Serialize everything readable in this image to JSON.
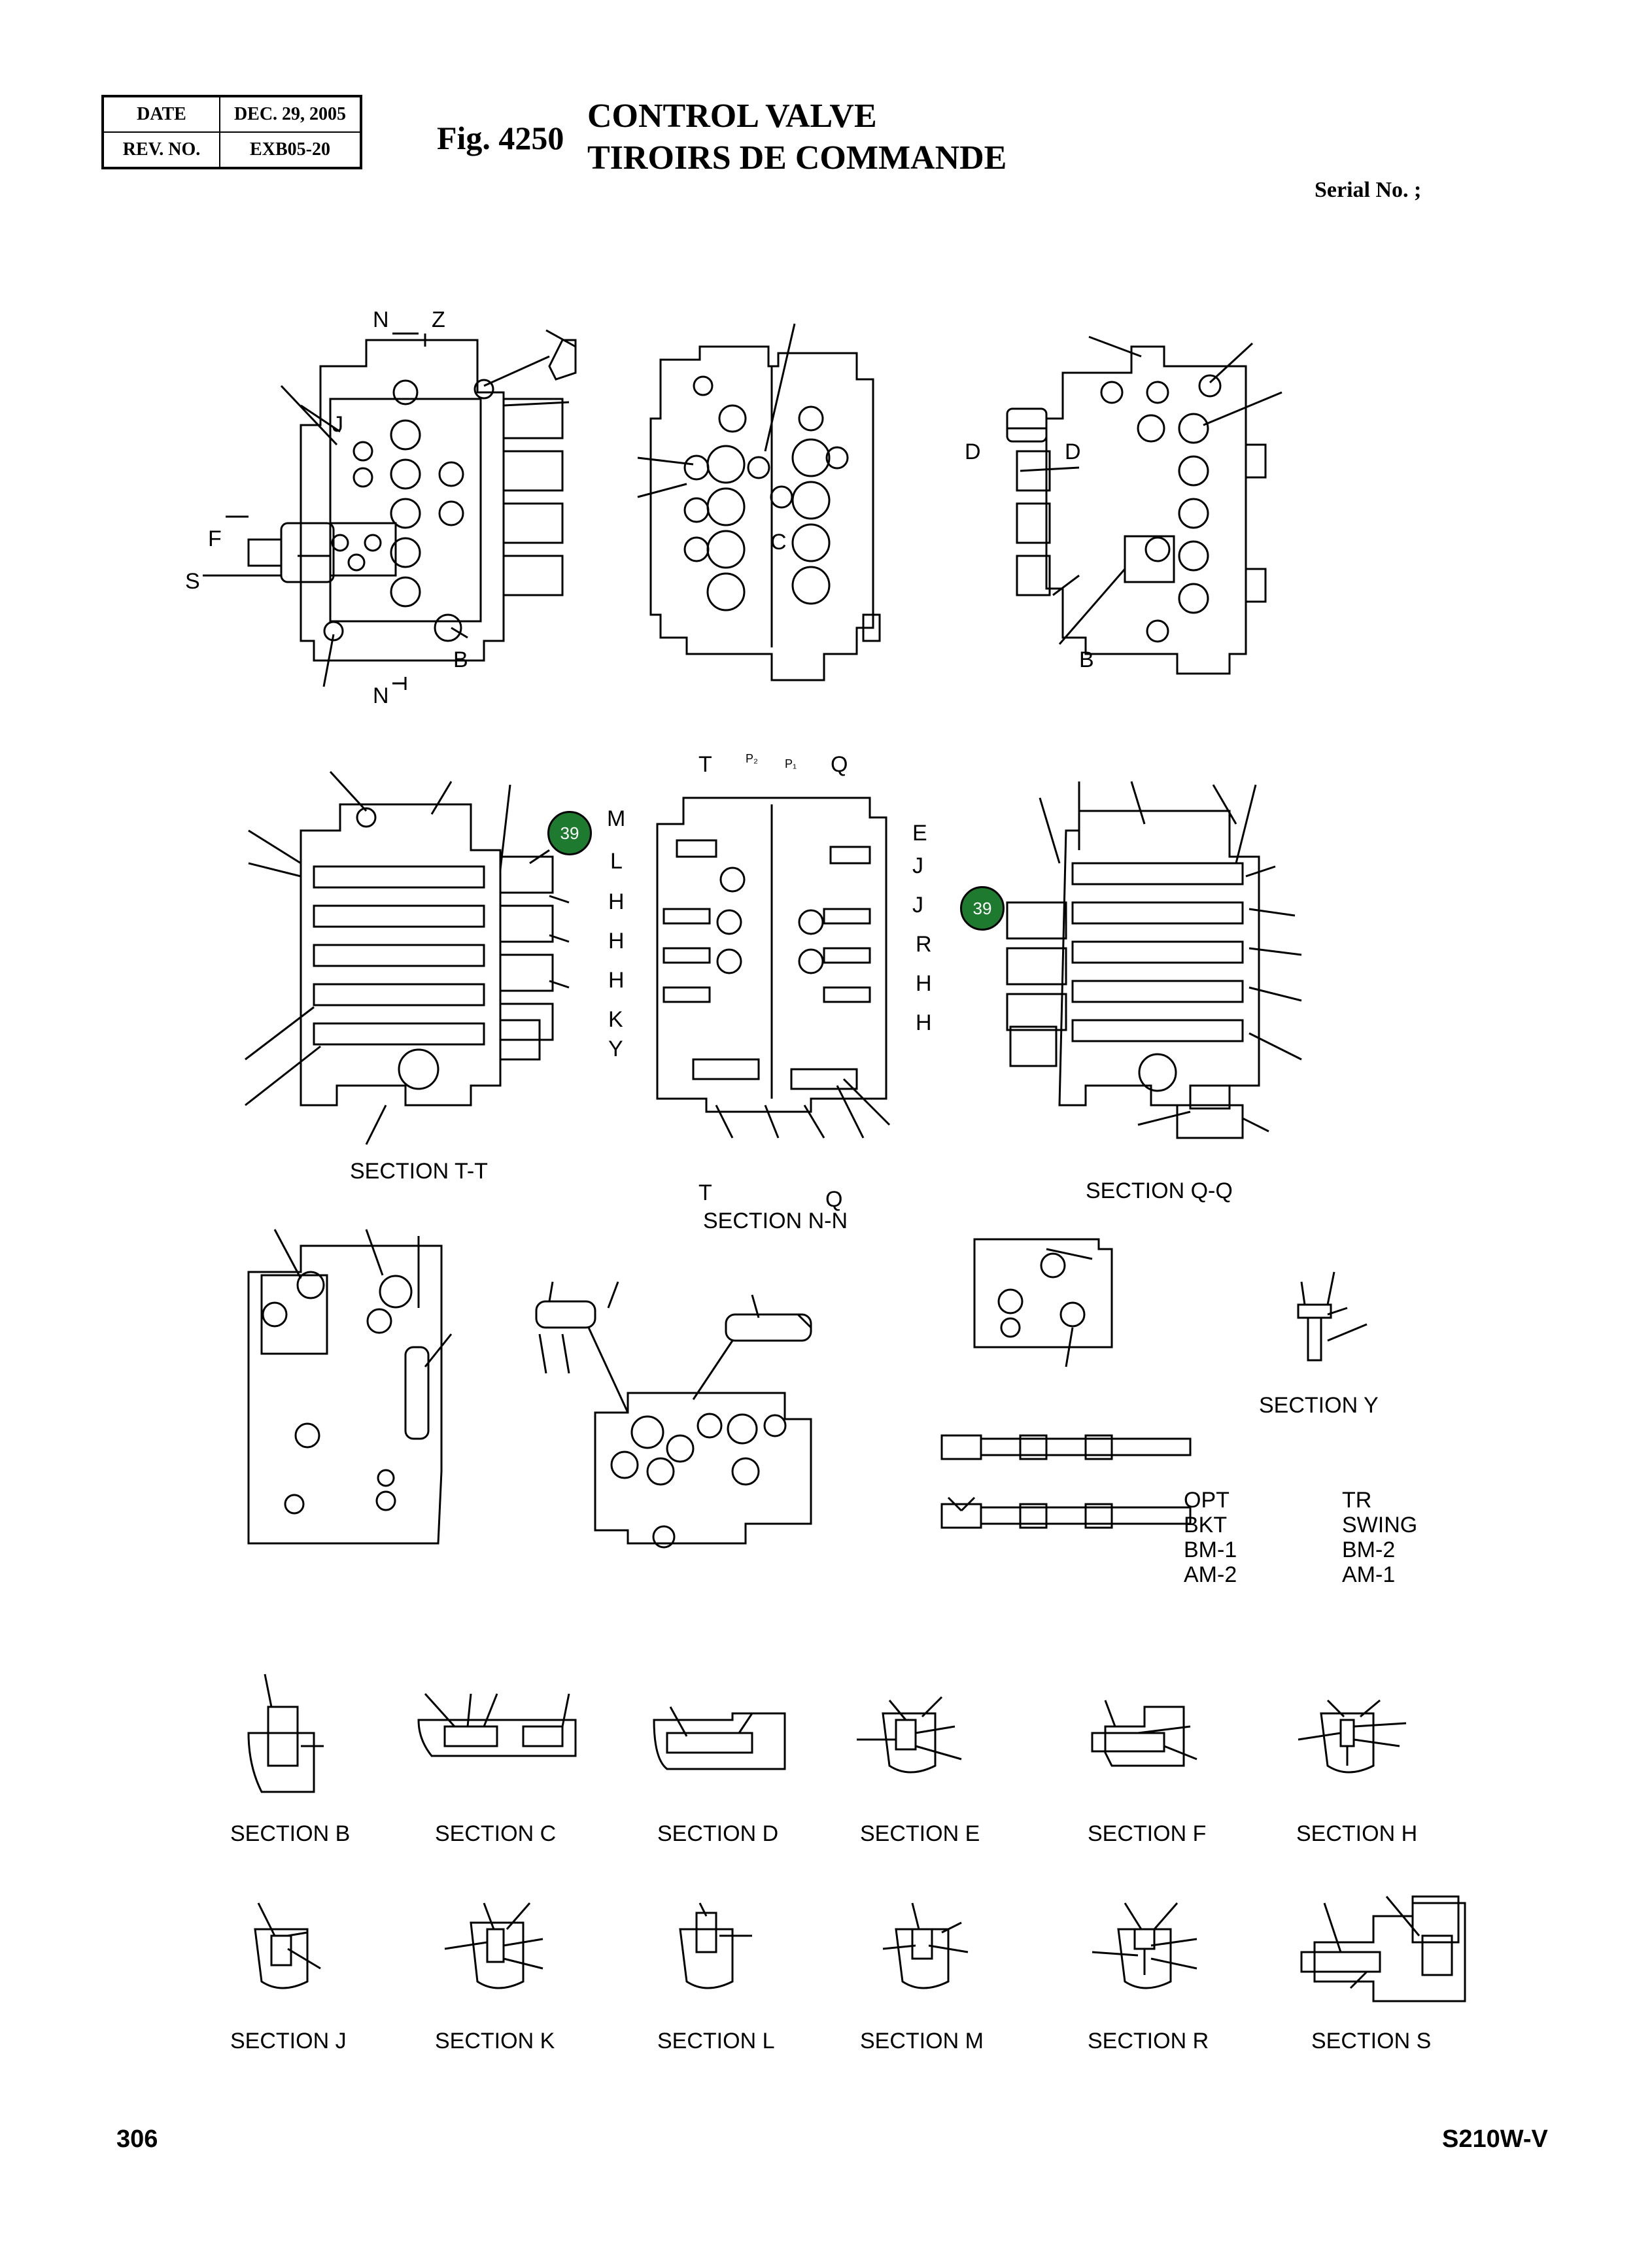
{
  "header": {
    "date_label": "DATE",
    "date_value": "DEC. 29, 2005",
    "rev_label": "REV. NO.",
    "rev_value": "EXB05-20",
    "fig_label": "Fig. 4250",
    "title_en": "CONTROL VALVE",
    "title_fr": "TIROIRS DE COMMANDE",
    "serial": "Serial No. ;"
  },
  "footer": {
    "page_number": "306",
    "model": "S210W-V"
  },
  "sections": {
    "tt": "SECTION  T-T",
    "nn": "SECTION  N-N",
    "qq": "SECTION  Q-Q",
    "y": "SECTION  Y",
    "b": "SECTION  B",
    "c": "SECTION  C",
    "d": "SECTION  D",
    "e": "SECTION  E",
    "f": "SECTION  F",
    "h": "SECTION  H",
    "j": "SECTION  J",
    "k": "SECTION  K",
    "l": "SECTION  L",
    "m": "SECTION  M",
    "r": "SECTION  R",
    "s": "SECTION  S"
  },
  "badges": {
    "left": "39",
    "right": "39"
  },
  "legend": {
    "left": [
      "OPT",
      "BKT",
      "BM-1",
      "AM-2"
    ],
    "right": [
      "TR",
      "SWING",
      "BM-2",
      "AM-1"
    ]
  },
  "view_letters": {
    "n_top": "N",
    "z": "Z",
    "j": "J",
    "f": "F",
    "s": "S",
    "b1": "B",
    "n_bot": "N",
    "c": "C",
    "d1": "D",
    "d2": "D",
    "b2": "B",
    "t_top": "T",
    "q_top": "Q",
    "p1": "P₂",
    "p2": "P₁",
    "m": "M",
    "l": "L",
    "h1": "H",
    "h2": "H",
    "h3": "H",
    "k": "K",
    "y": "Y",
    "e": "E",
    "j2": "J",
    "j3": "J",
    "r": "R",
    "h4": "H",
    "h5": "H",
    "t_bot": "T",
    "q_bot": "Q"
  }
}
